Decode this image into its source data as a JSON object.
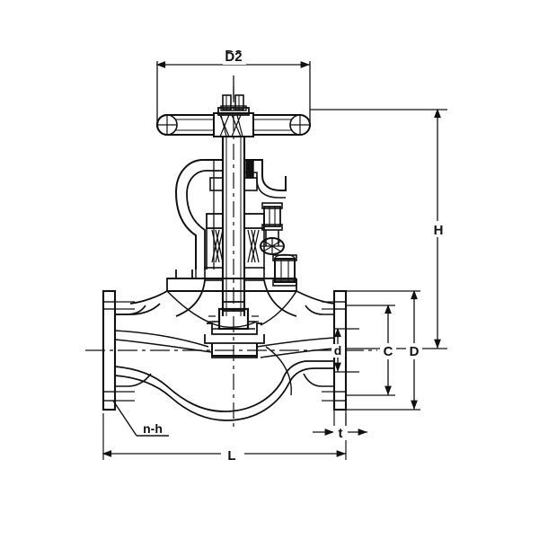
{
  "drawing": {
    "title": "globe-valve-cross-section",
    "line_color": "#111111",
    "background_color": "#ffffff",
    "type": "engineering-cross-section"
  },
  "dimensions": {
    "d2": {
      "label": "D2",
      "meaning": "handwheel-diameter"
    },
    "h": {
      "label": "H",
      "meaning": "overall-height"
    },
    "d_big": {
      "label": "D",
      "meaning": "flange-outside-diameter"
    },
    "c": {
      "label": "C",
      "meaning": "bolt-circle-diameter"
    },
    "d_small": {
      "label": "d",
      "meaning": "bore-diameter"
    },
    "t": {
      "label": "t",
      "meaning": "flange-thickness"
    },
    "l": {
      "label": "L",
      "meaning": "face-to-face-length"
    },
    "nh": {
      "label": "n-h",
      "meaning": "number-and-size-of-bolt-holes"
    }
  },
  "parts": {
    "handwheel": "handwheel",
    "stem": "valve-stem",
    "yoke": "yoke",
    "bonnet": "bonnet",
    "gland": "packing-gland",
    "body": "valve-body",
    "disc": "disc-and-seat",
    "flange_left": "left-flange",
    "flange_right": "right-flange",
    "bolts": "bonnet-bolts"
  }
}
